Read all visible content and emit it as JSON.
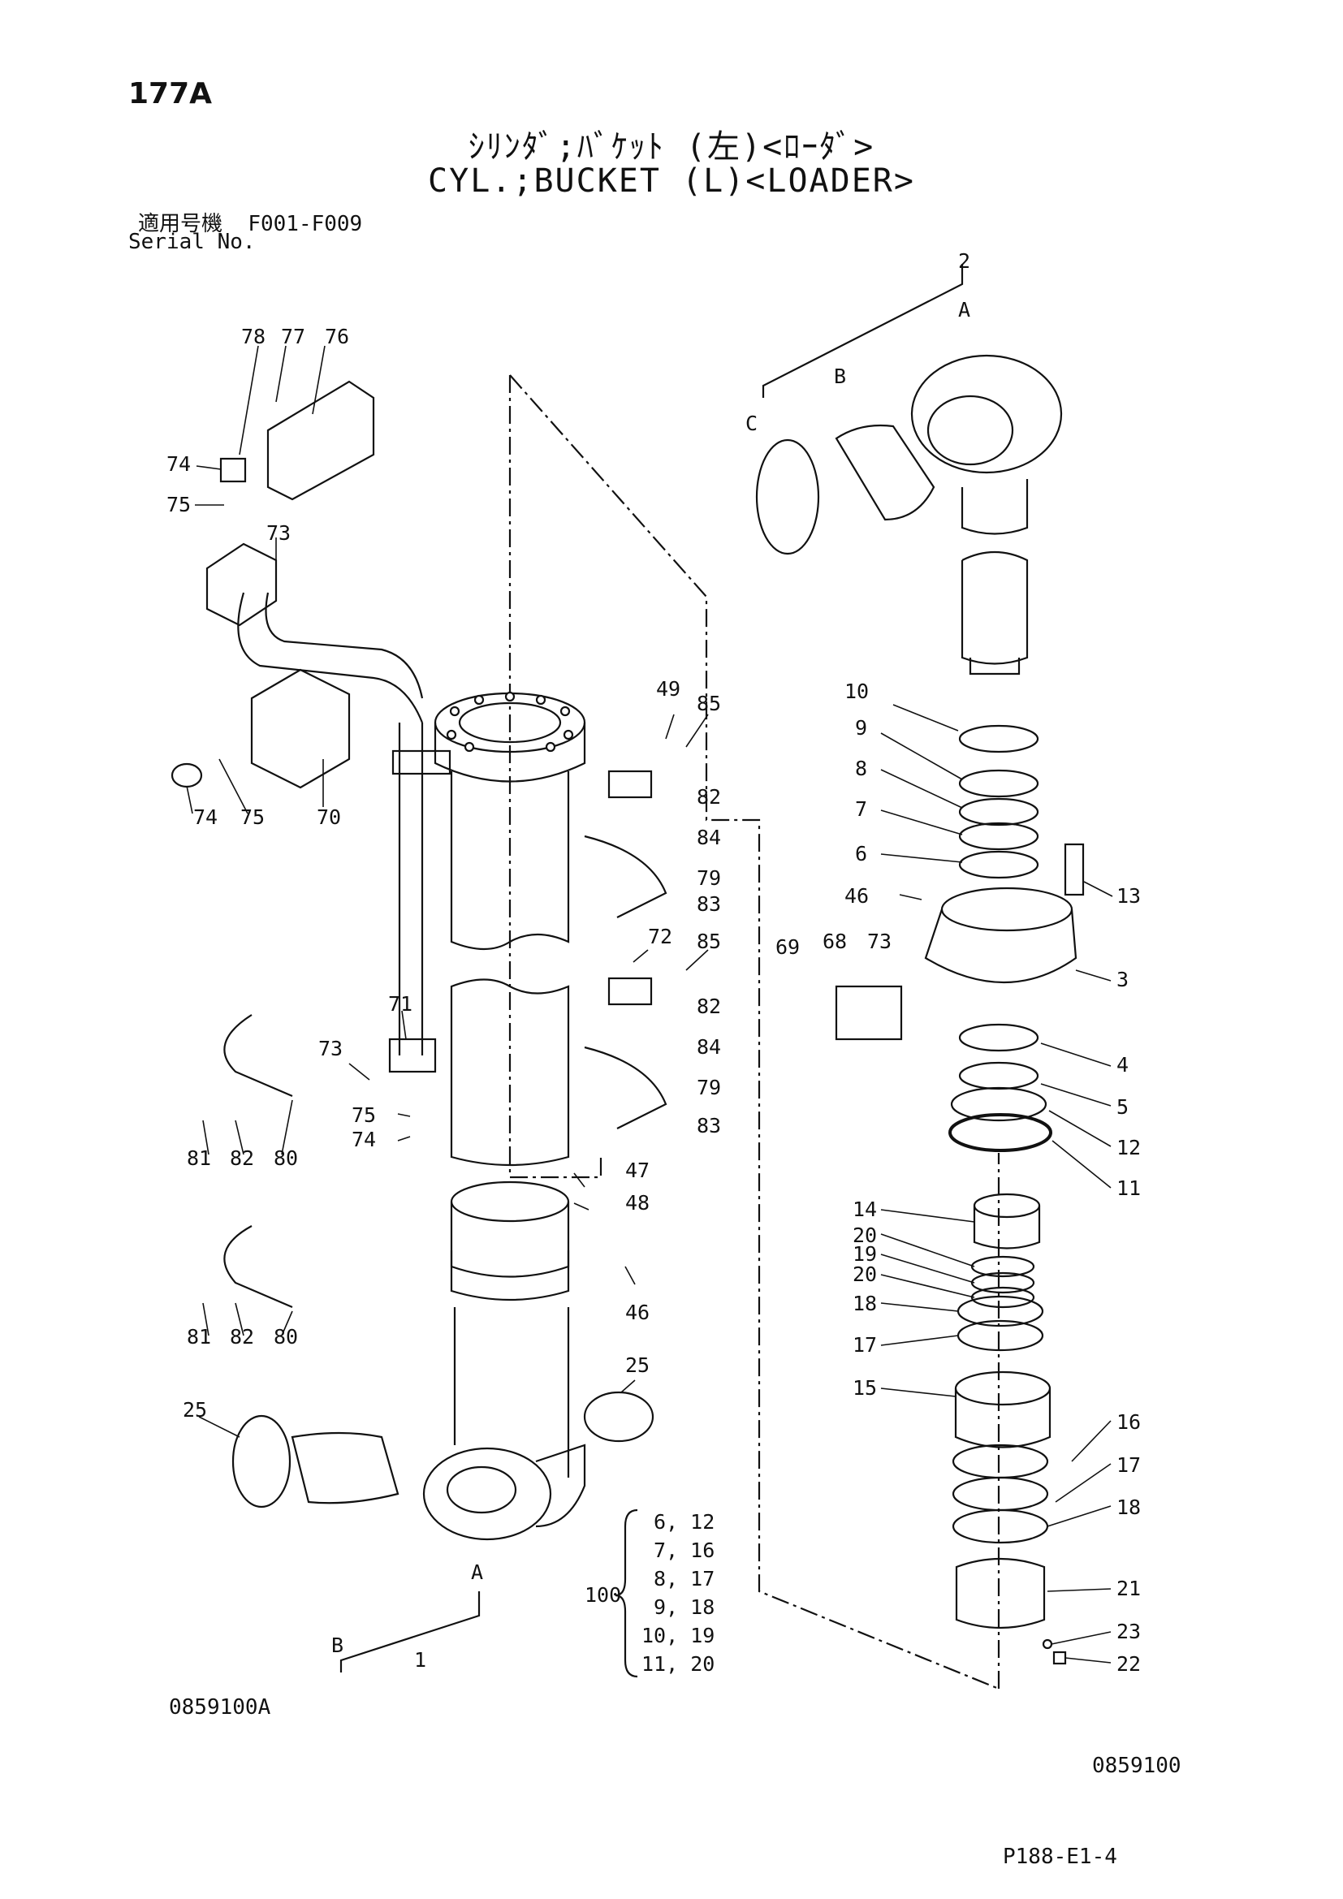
{
  "page_number": "177A",
  "title_jp": "ｼﾘﾝﾀﾞ;ﾊﾞｹｯﾄ (左)<ﾛｰﾀﾞ>",
  "title_en": "CYL.;BUCKET (L)<LOADER>",
  "serial_label_jp": "適用号機",
  "serial_range": "F001-F009",
  "serial_label_en": "Serial No.",
  "drawing_code_left": "0859100A",
  "drawing_code_right": "0859100",
  "page_ref": "P188-E1-4",
  "kit": {
    "number": "100",
    "items": [
      "6, 12",
      "7, 16",
      "8, 17",
      "9, 18",
      "10, 19",
      "11, 20"
    ]
  },
  "letter_labels": [
    "A",
    "B",
    "C"
  ],
  "part_labels": [
    "1",
    "2",
    "3",
    "4",
    "5",
    "6",
    "7",
    "8",
    "9",
    "10",
    "11",
    "12",
    "13",
    "14",
    "15",
    "16",
    "17",
    "18",
    "19",
    "20",
    "21",
    "22",
    "23",
    "25",
    "46",
    "47",
    "48",
    "49",
    "68",
    "69",
    "70",
    "71",
    "72",
    "73",
    "74",
    "75",
    "76",
    "77",
    "78",
    "79",
    "80",
    "81",
    "82",
    "83",
    "84",
    "85"
  ]
}
